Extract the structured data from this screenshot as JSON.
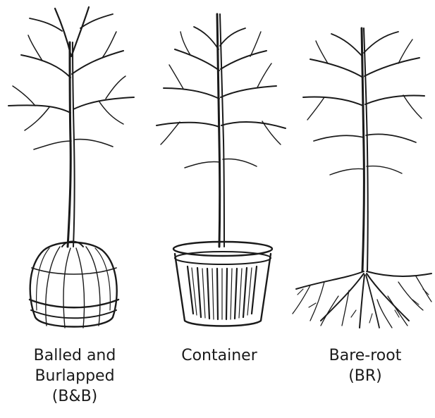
{
  "figure": {
    "items": [
      {
        "id": "bb",
        "lines": [
          "Balled and",
          "Burlapped",
          "(B&B)"
        ]
      },
      {
        "id": "container",
        "lines": [
          "Container"
        ]
      },
      {
        "id": "br",
        "lines": [
          "Bare-root",
          "(BR)"
        ]
      }
    ]
  },
  "colors": {
    "ink": "#1a1a1a",
    "background": "#ffffff"
  }
}
